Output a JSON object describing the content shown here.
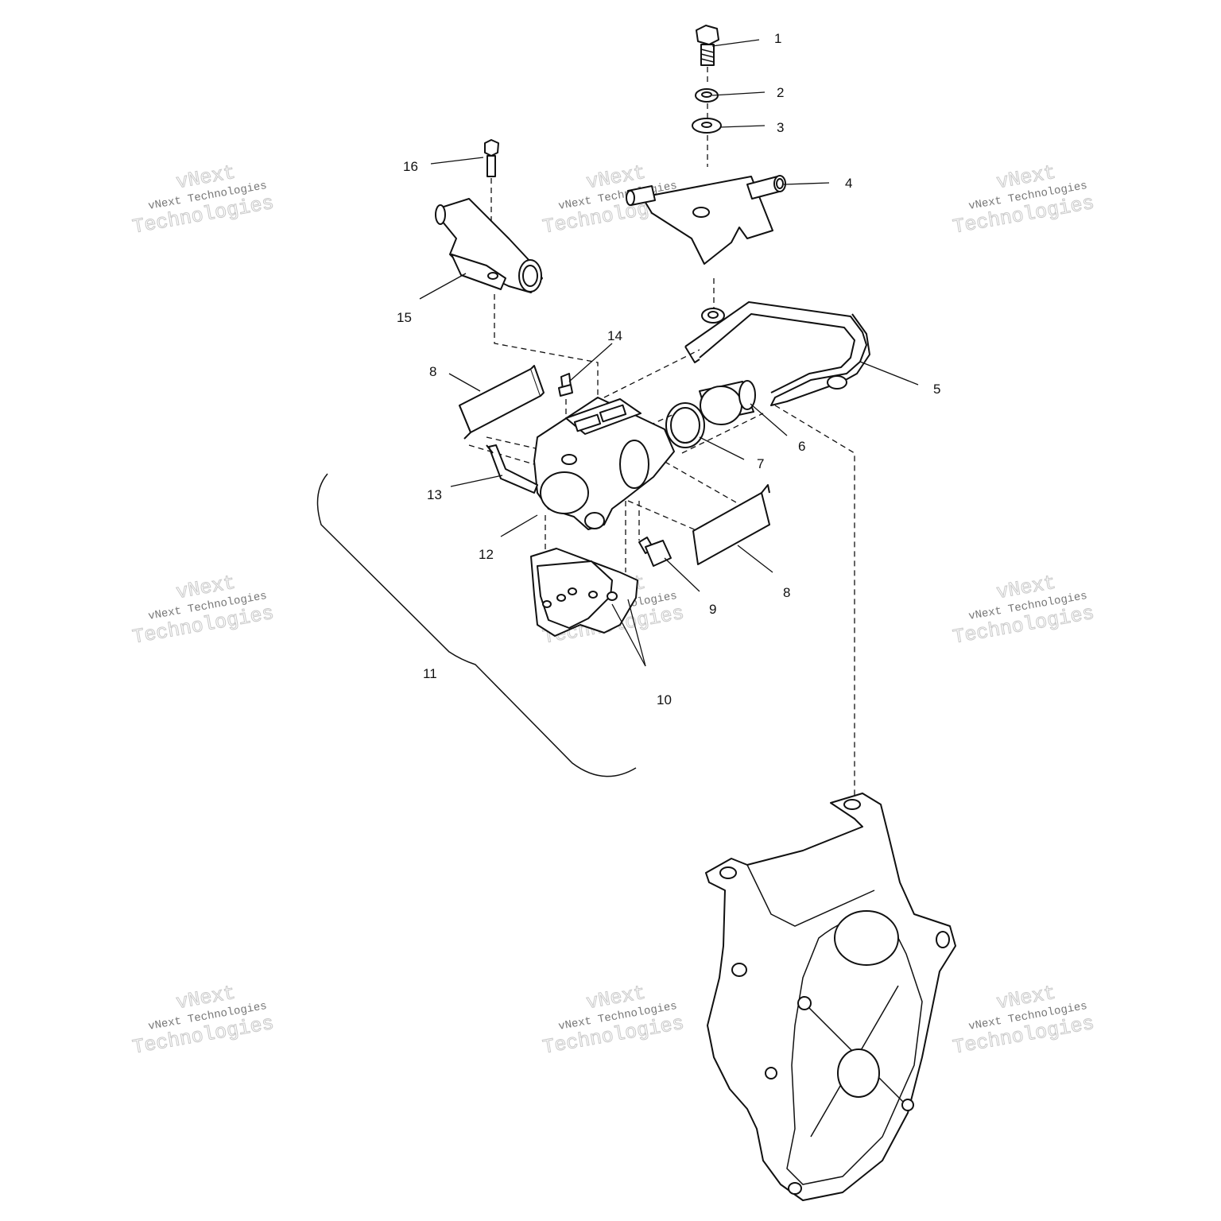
{
  "callouts": [
    {
      "id": "1",
      "label": "1"
    },
    {
      "id": "2",
      "label": "2"
    },
    {
      "id": "3",
      "label": "3"
    },
    {
      "id": "4",
      "label": "4"
    },
    {
      "id": "5",
      "label": "5"
    },
    {
      "id": "6",
      "label": "6"
    },
    {
      "id": "7",
      "label": "7"
    },
    {
      "id": "8a",
      "label": "8"
    },
    {
      "id": "8b",
      "label": "8"
    },
    {
      "id": "9",
      "label": "9"
    },
    {
      "id": "10",
      "label": "10"
    },
    {
      "id": "11",
      "label": "11"
    },
    {
      "id": "12",
      "label": "12"
    },
    {
      "id": "13",
      "label": "13"
    },
    {
      "id": "14",
      "label": "14"
    },
    {
      "id": "15",
      "label": "15"
    },
    {
      "id": "16",
      "label": "16"
    }
  ],
  "watermark": {
    "brand_line1": "vNext",
    "brand_line2": "Technologies",
    "small": "vNext Technologies"
  }
}
